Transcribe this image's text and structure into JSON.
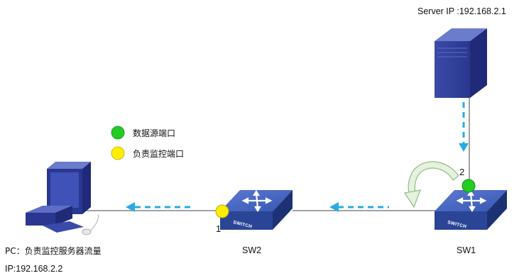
{
  "server": {
    "ip_label": "Server IP :192.168.2.1"
  },
  "legend": {
    "items": [
      {
        "label": "数据源端口",
        "color": "#22cc22"
      },
      {
        "label": "负责监控端口",
        "color": "#ffee00"
      }
    ]
  },
  "pc": {
    "desc_label": "PC：负责监控服务器流量",
    "ip_label": "IP:192.168.2.2"
  },
  "switches": {
    "sw1": {
      "name": "SW1",
      "port": "2",
      "badge": "SWITCH"
    },
    "sw2": {
      "name": "SW2",
      "port": "1",
      "badge": "SWITCH"
    }
  },
  "colors": {
    "switch_blue": "#2f4ea6",
    "flow_arrow": "#29abe2",
    "mirror_arrow": "#8fbf7f",
    "source_port": "#22cc22",
    "monitor_port": "#ffee00"
  }
}
